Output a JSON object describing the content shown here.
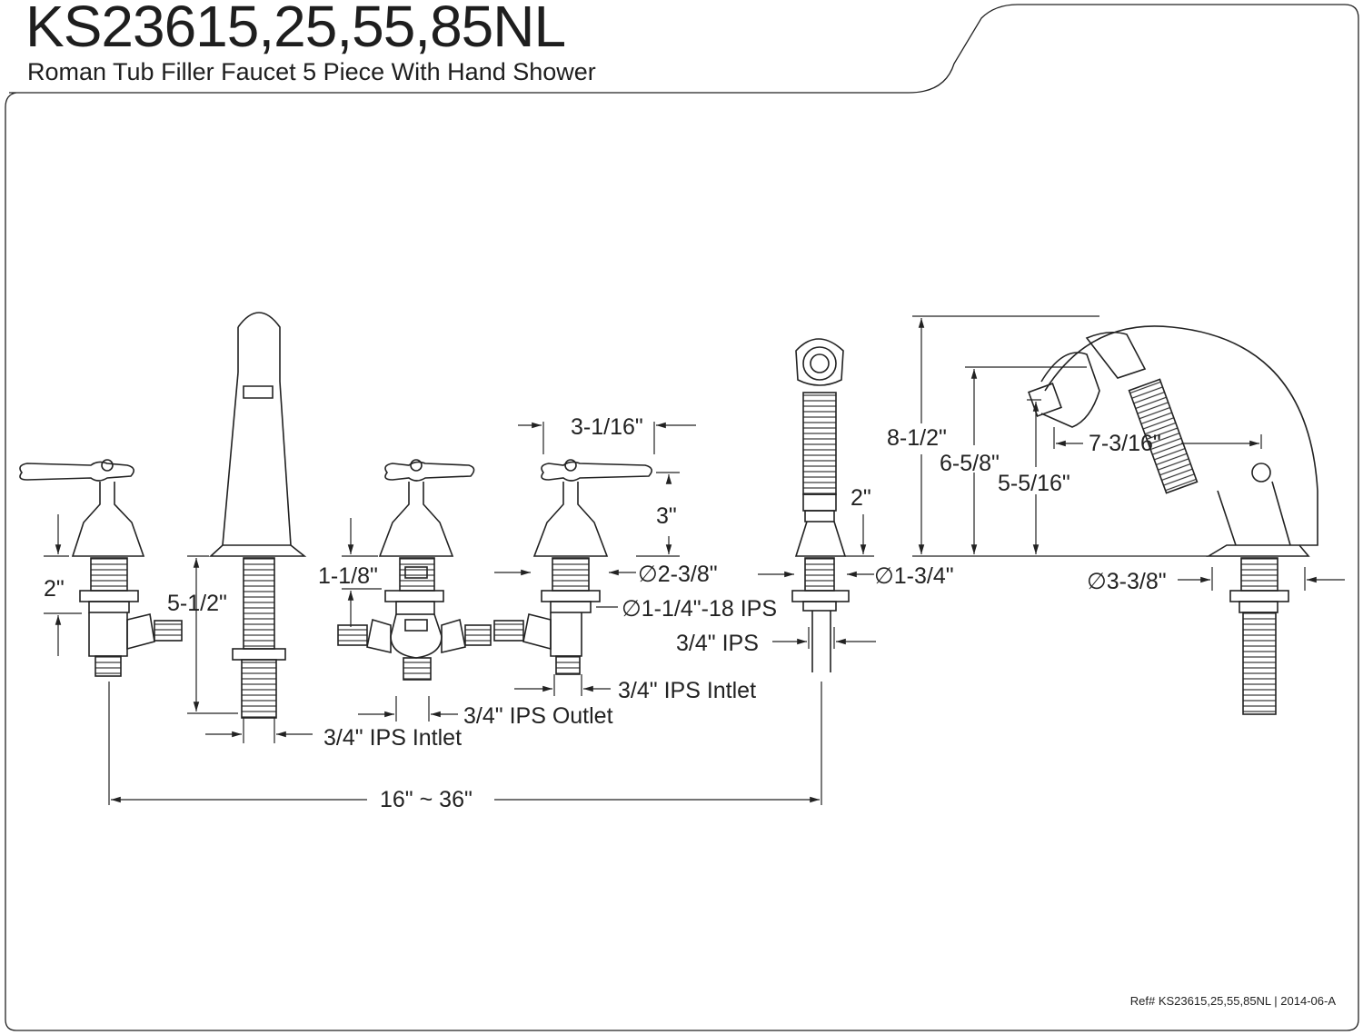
{
  "header": {
    "title": "KS23615,25,55,85NL",
    "subtitle": "Roman Tub Filler Faucet 5 Piece With Hand Shower"
  },
  "footer": {
    "reference": "Ref# KS23615,25,55,85NL | 2014-06-A"
  },
  "dimensions": {
    "left_handle_height": "2\"",
    "spout_height": "5-1/2\"",
    "diverter_height": "1-1/8\"",
    "handle_spacing": "3-1/16\"",
    "handle_height": "3\"",
    "handle_flange_diameter": "∅2-3/8\"",
    "shank_thread": "∅1-1/4\"-18 IPS",
    "valve_inlet": "3/4\" IPS Intlet",
    "diverter_outlet": "3/4\" IPS Outlet",
    "spout_inlet": "3/4\" IPS Intlet",
    "overall_spread": "16\" ~ 36\"",
    "shower_height": "2\"",
    "shower_flange_diameter": "∅1-3/4\"",
    "shower_hose_connection": "3/4\" IPS",
    "spout_total_height": "8-1/2\"",
    "spout_mid_height": "6-5/8\"",
    "spout_outlet_height": "5-5/16\"",
    "spout_reach": "7-3/16\"",
    "spout_base_diameter": "∅3-3/8\""
  }
}
